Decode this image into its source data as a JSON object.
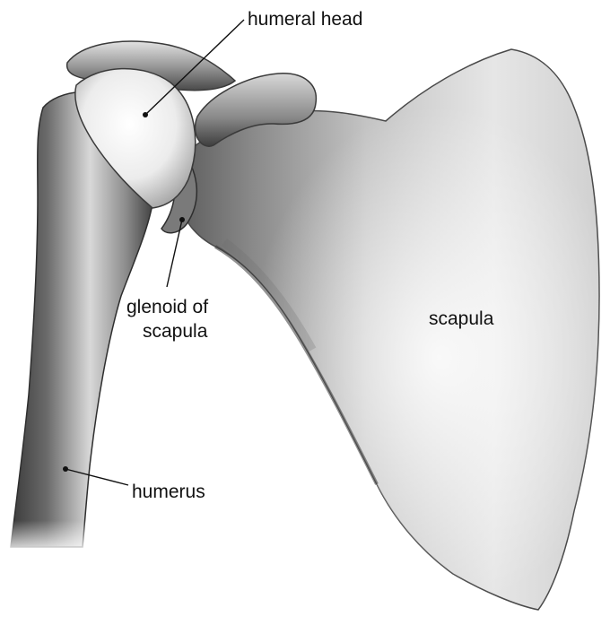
{
  "labels": {
    "humeral_head": "humeral head",
    "glenoid_line1": "glenoid of",
    "glenoid_line2": "scapula",
    "scapula": "scapula",
    "humerus": "humerus"
  },
  "colors": {
    "bone_light": "#f4f4f4",
    "bone_mid": "#c9c9c9",
    "bone_shadow": "#5a5a5a",
    "bone_dark": "#2e2e2e",
    "leader_line": "#111111"
  }
}
